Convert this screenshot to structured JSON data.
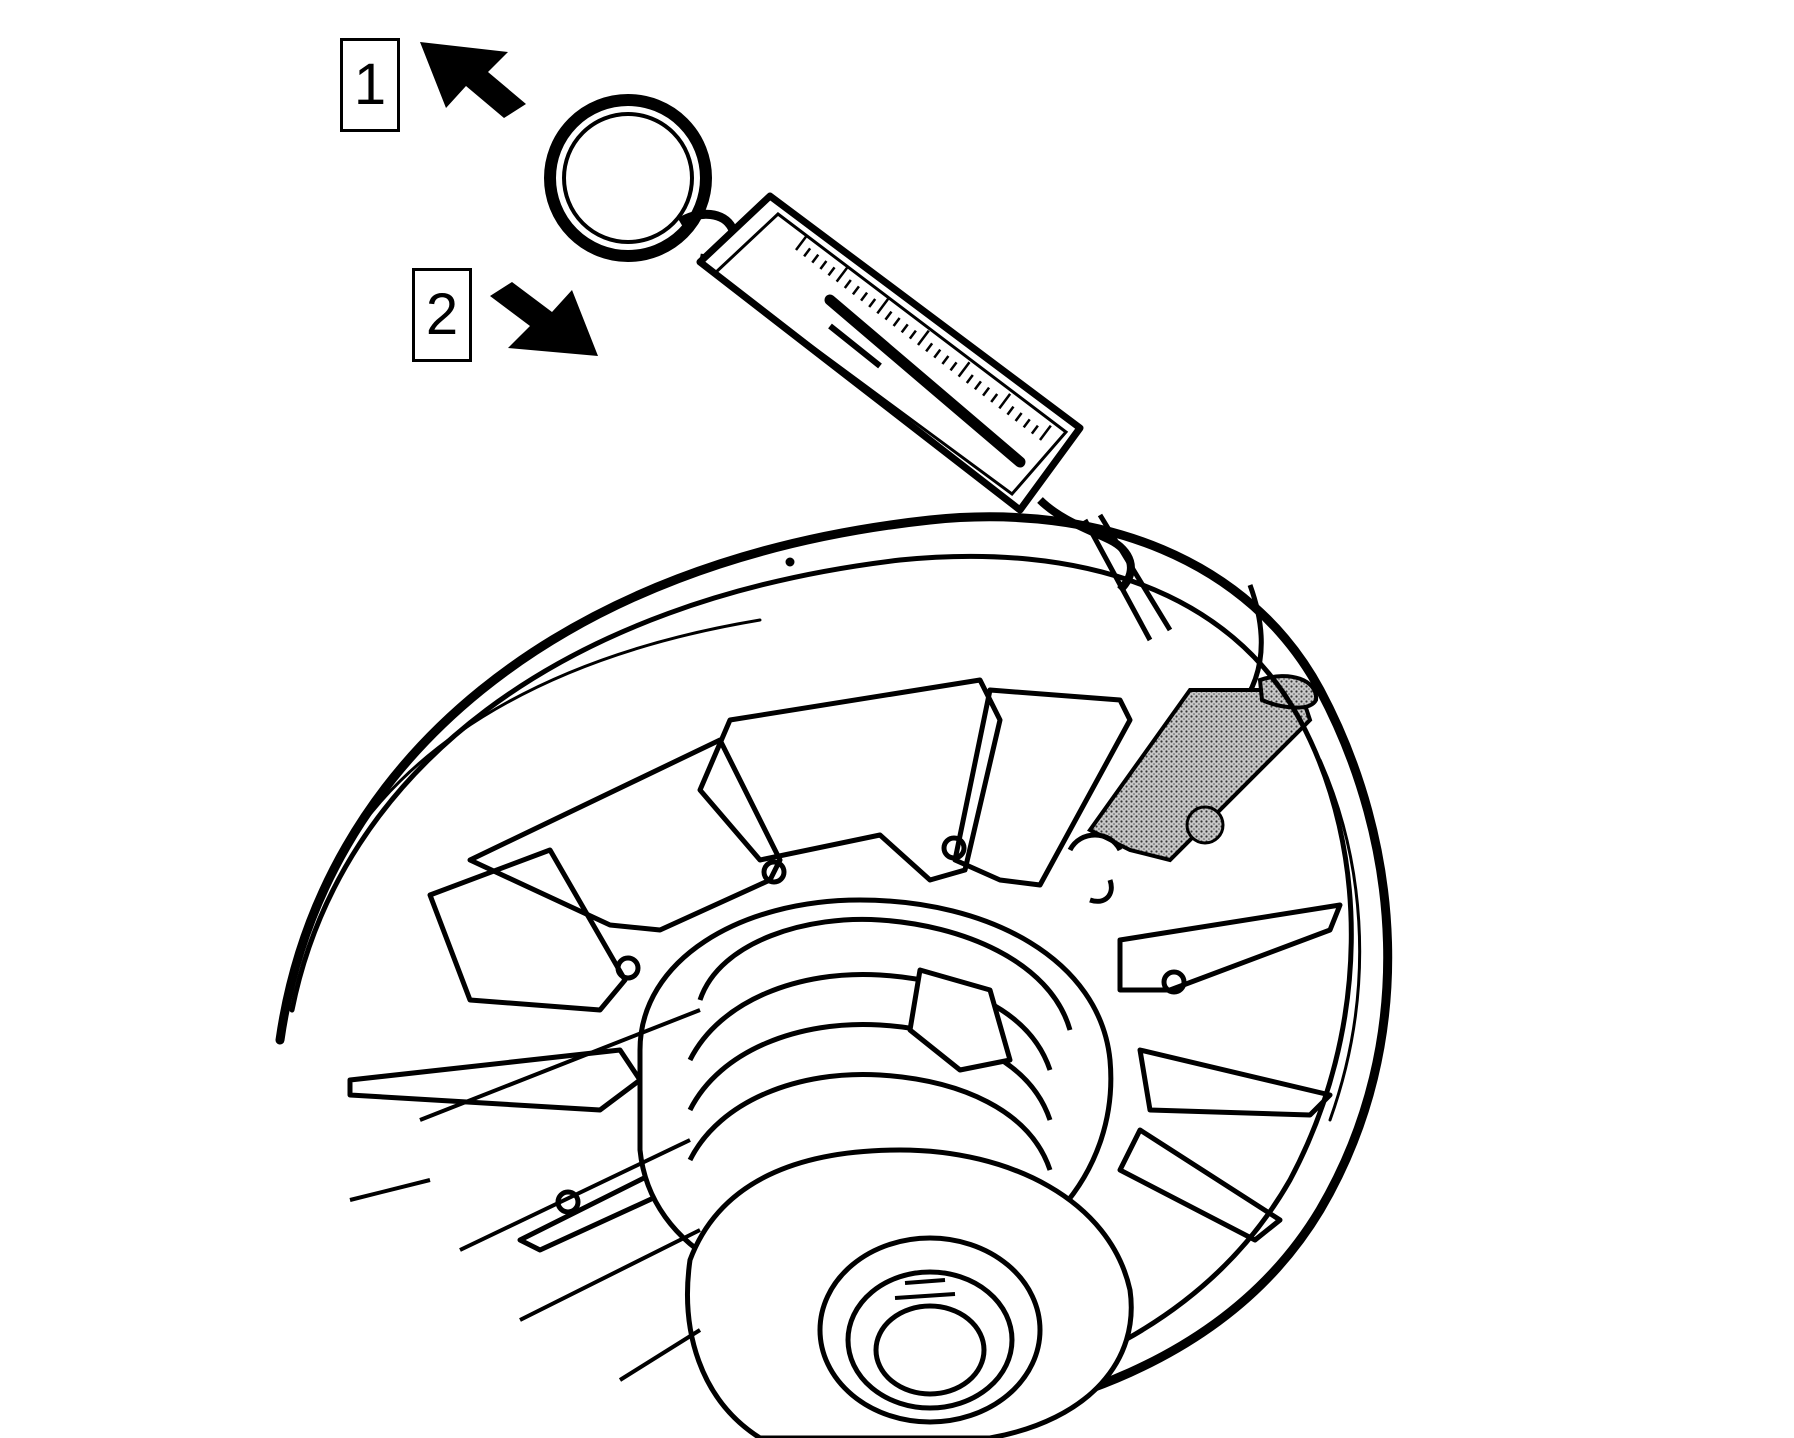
{
  "figure": {
    "callouts": [
      {
        "label": "1",
        "direction": "up-left"
      },
      {
        "label": "2",
        "direction": "down-right"
      }
    ],
    "colors": {
      "ink": "#000000",
      "paper": "#ffffff",
      "stipple": "#bdbdbd"
    },
    "icons": [
      "arrow-up-left-icon",
      "arrow-down-right-icon"
    ]
  }
}
